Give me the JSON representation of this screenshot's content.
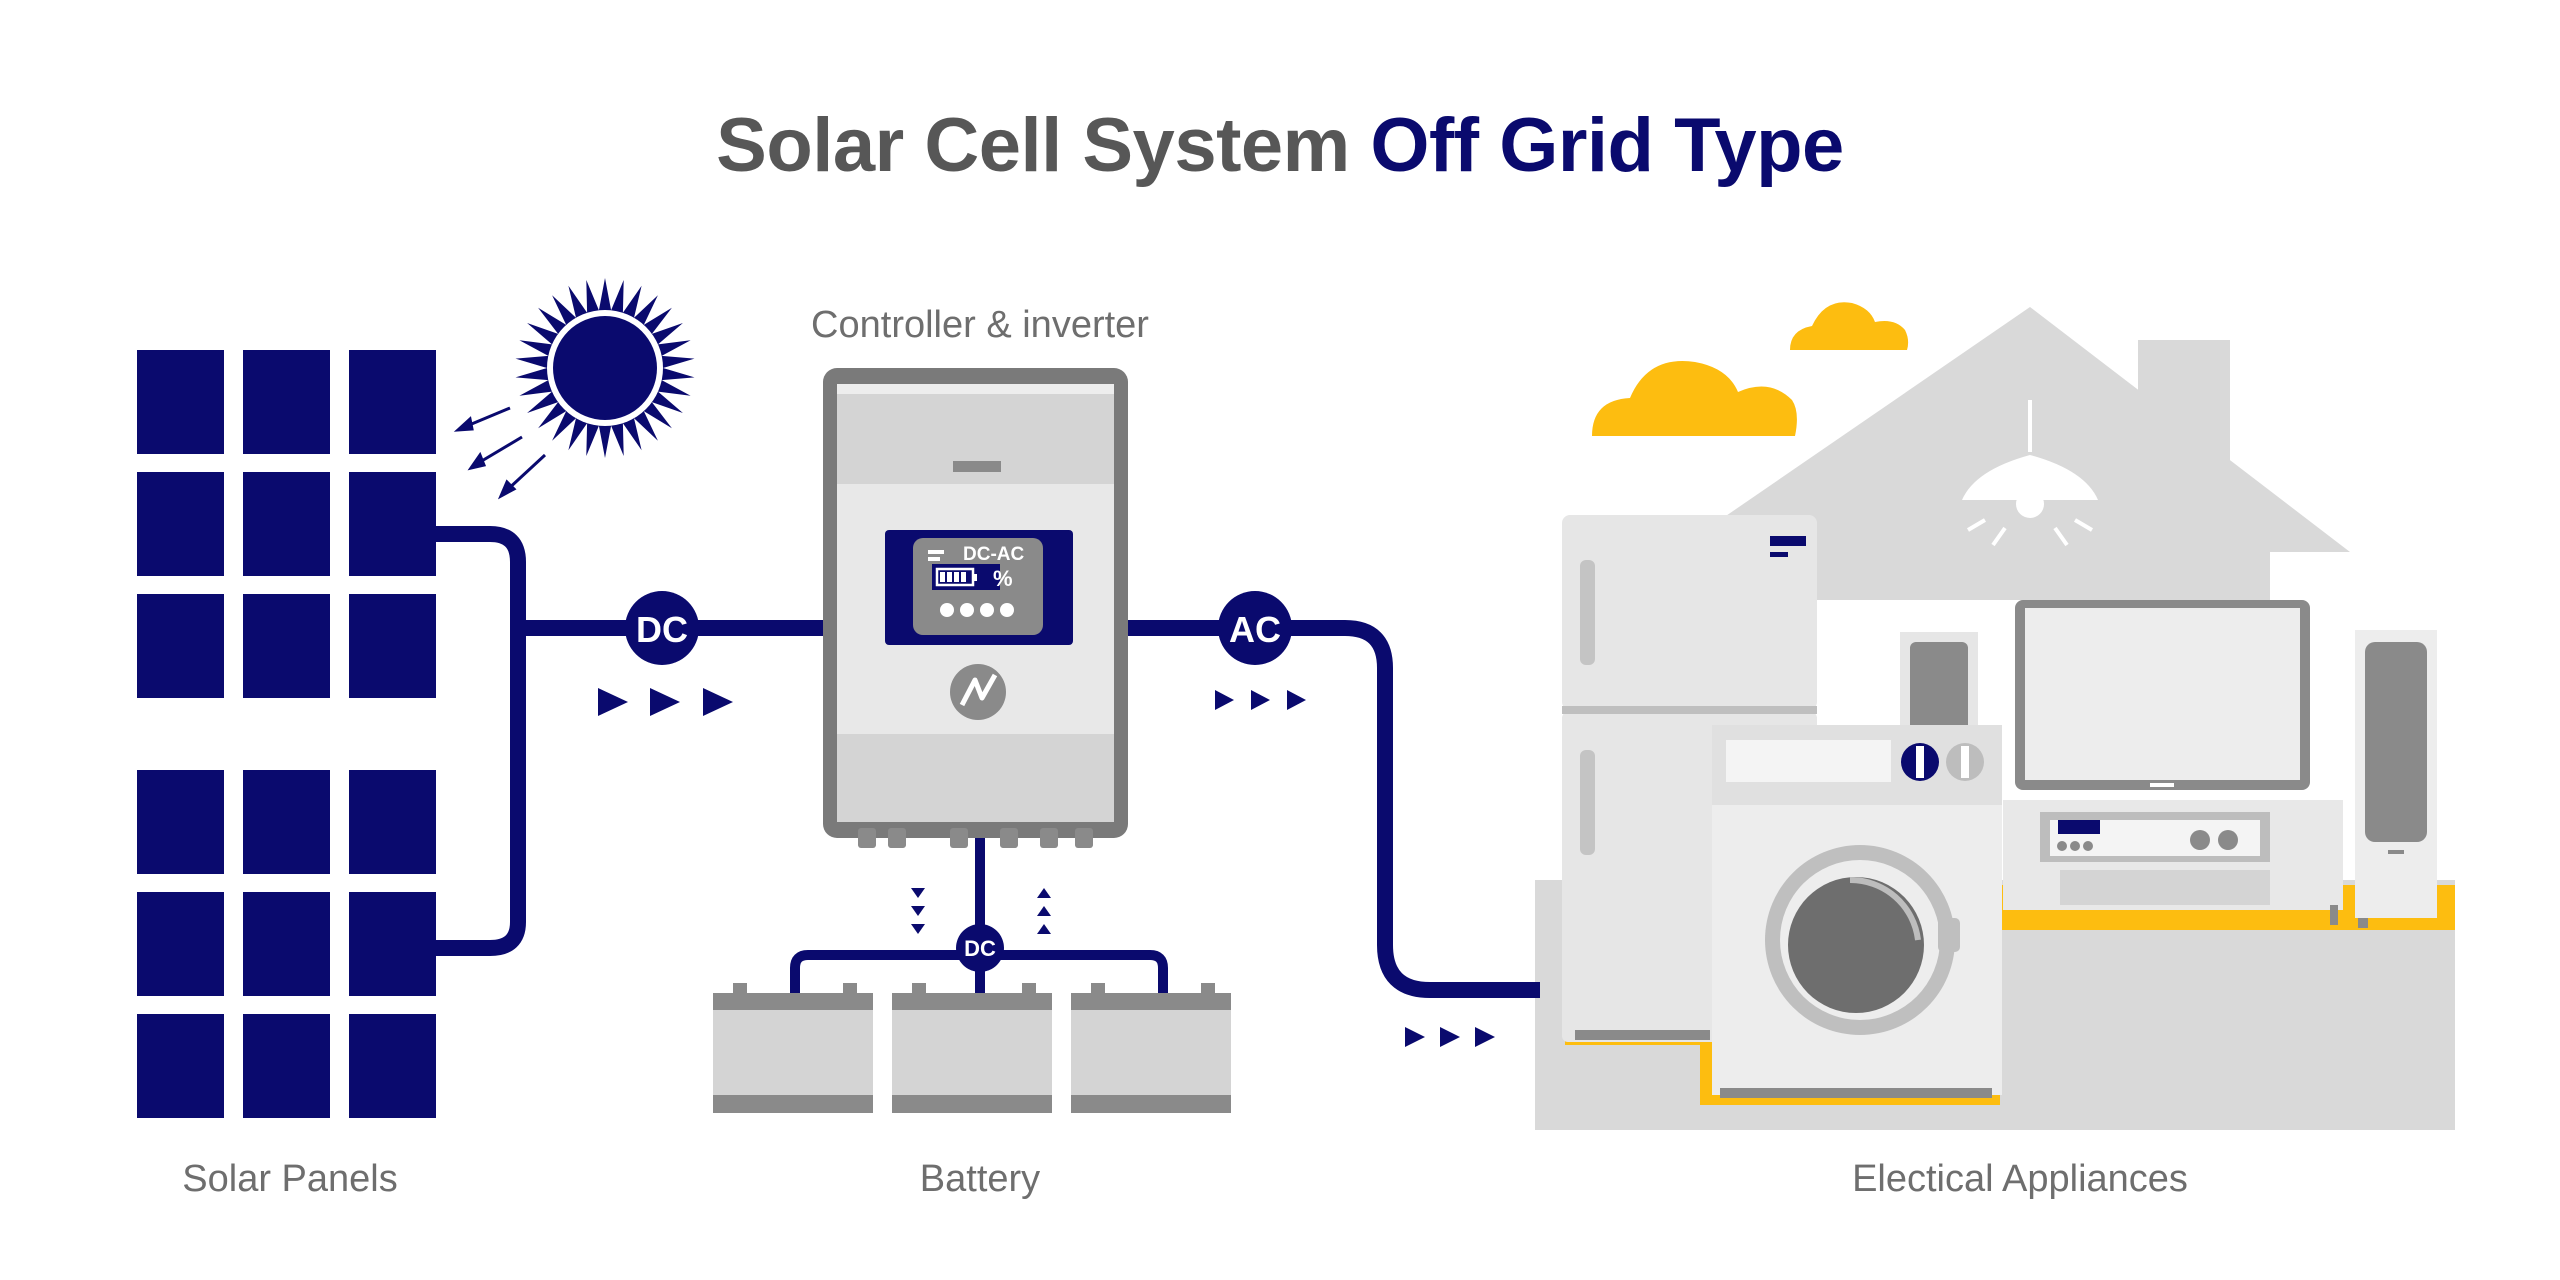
{
  "title": {
    "part1": "Solar Cell System",
    "part2": "Off Grid Type"
  },
  "labels": {
    "controller": "Controller & inverter",
    "solar_panels": "Solar Panels",
    "battery": "Battery",
    "appliances": "Electical Appliances"
  },
  "connectors": {
    "dc_main": "DC",
    "ac": "AC",
    "dc_battery": "DC"
  },
  "inverter_display": {
    "mode": "DC-AC",
    "battery_symbol": "%"
  },
  "colors": {
    "navy": "#0a0a6e",
    "gray_text": "#575757",
    "label_gray": "#6e6e6e",
    "house_gray": "#d9d9d9",
    "appliance_gray": "#e6e6e6",
    "yellow": "#fdbd10"
  },
  "icons": [
    "sun-icon",
    "solar-panel-icon",
    "inverter-icon",
    "battery-icon",
    "cloud-icon",
    "house-icon",
    "fridge-icon",
    "washing-machine-icon",
    "tv-icon",
    "speaker-icon",
    "lamp-icon",
    "flow-arrow-icon"
  ]
}
